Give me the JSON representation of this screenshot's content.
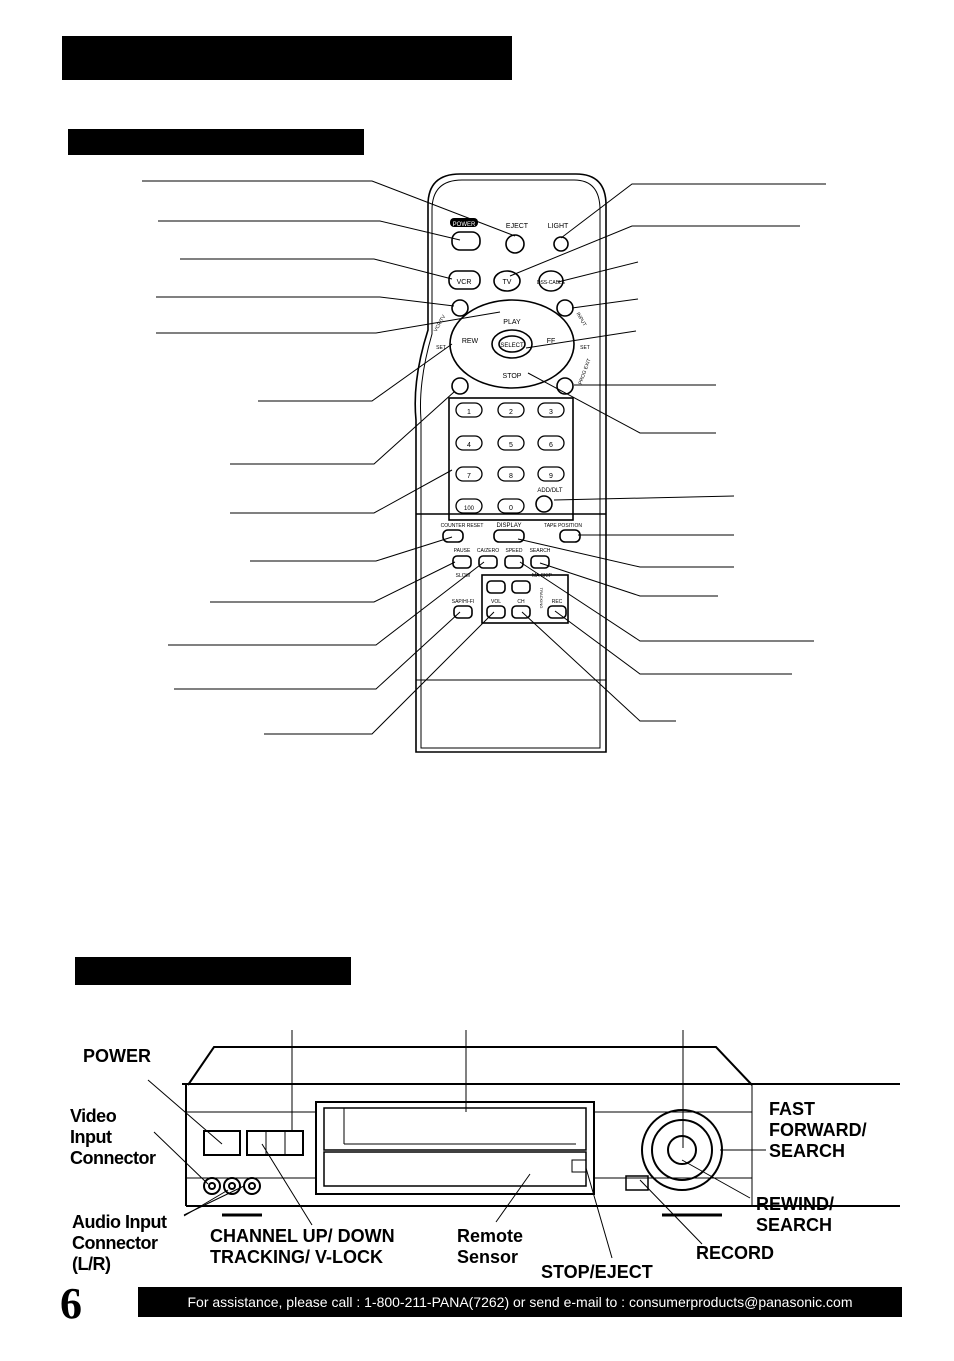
{
  "remote_labels": {
    "power": "POWER",
    "eject": "EJECT",
    "light": "LIGHT",
    "vcr": "VCR",
    "tv": "TV",
    "dss_cable": "DSS-CABLE",
    "play": "PLAY",
    "rew": "REW",
    "ff": "FF",
    "select": "SELECT",
    "stop": "STOP",
    "set": "SET",
    "vcr_tv": "VCR/TV",
    "input": "INPUT",
    "prog_exit": "PROG EXIT",
    "digits": [
      "1",
      "2",
      "3",
      "4",
      "5",
      "6",
      "7",
      "8",
      "9",
      "100",
      "0"
    ],
    "add_dlt": "ADD/DLT",
    "counter_reset": "COUNTER RESET",
    "display": "DISPLAY",
    "tape_position": "TAPE POSITION",
    "pause": "PAUSE",
    "ca_zero": "CA/ZERO",
    "speed": "SPEED",
    "search": "SEARCH",
    "slow": "SLOW",
    "ma_skip": "MA SKIP",
    "sap_hifi": "SAP/HI-FI",
    "vol": "VOL",
    "ch": "CH",
    "rec": "REC",
    "tracking": "TRACKING"
  },
  "vcr_labels": {
    "power": "POWER",
    "video_input": "Video\nInput\nConnector",
    "audio_input": "Audio Input\nConnector\n(L/R)",
    "channel": "CHANNEL UP/ DOWN\nTRACKING/ V-LOCK",
    "remote_sensor": "Remote\nSensor",
    "stop_eject": "STOP/EJECT",
    "record": "RECORD",
    "rewind": "REWIND/\nSEARCH",
    "fast_forward": "FAST\nFORWARD/\nSEARCH"
  },
  "page_number": "6",
  "footer_text": "For assistance, please call : 1-800-211-PANA(7262) or send e-mail to : consumerproducts@panasonic.com"
}
